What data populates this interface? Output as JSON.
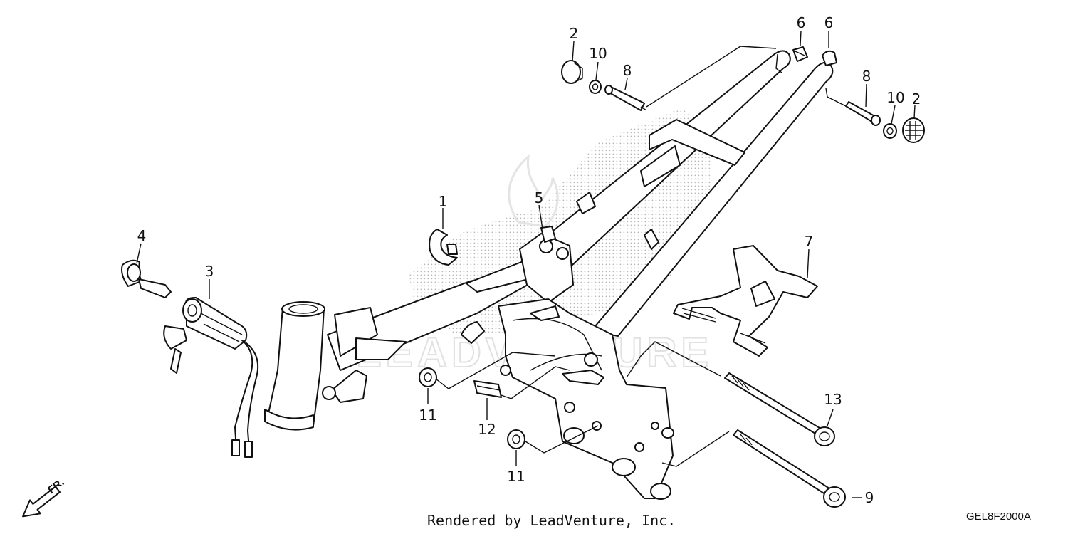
{
  "diagram": {
    "credit": "Rendered by LeadVenture, Inc.",
    "diagram_code": "GEL8F2000A",
    "direction_label": "FR.",
    "callouts": [
      {
        "id": "1",
        "label": "1"
      },
      {
        "id": "2a",
        "label": "2"
      },
      {
        "id": "2b",
        "label": "2"
      },
      {
        "id": "3",
        "label": "3"
      },
      {
        "id": "4",
        "label": "4"
      },
      {
        "id": "5",
        "label": "5"
      },
      {
        "id": "6a",
        "label": "6"
      },
      {
        "id": "6b",
        "label": "6"
      },
      {
        "id": "7",
        "label": "7"
      },
      {
        "id": "8a",
        "label": "8"
      },
      {
        "id": "8b",
        "label": "8"
      },
      {
        "id": "9",
        "label": "9"
      },
      {
        "id": "10a",
        "label": "10"
      },
      {
        "id": "10b",
        "label": "10"
      },
      {
        "id": "11a",
        "label": "11"
      },
      {
        "id": "11b",
        "label": "11"
      },
      {
        "id": "12",
        "label": "12"
      },
      {
        "id": "13",
        "label": "13"
      }
    ]
  }
}
